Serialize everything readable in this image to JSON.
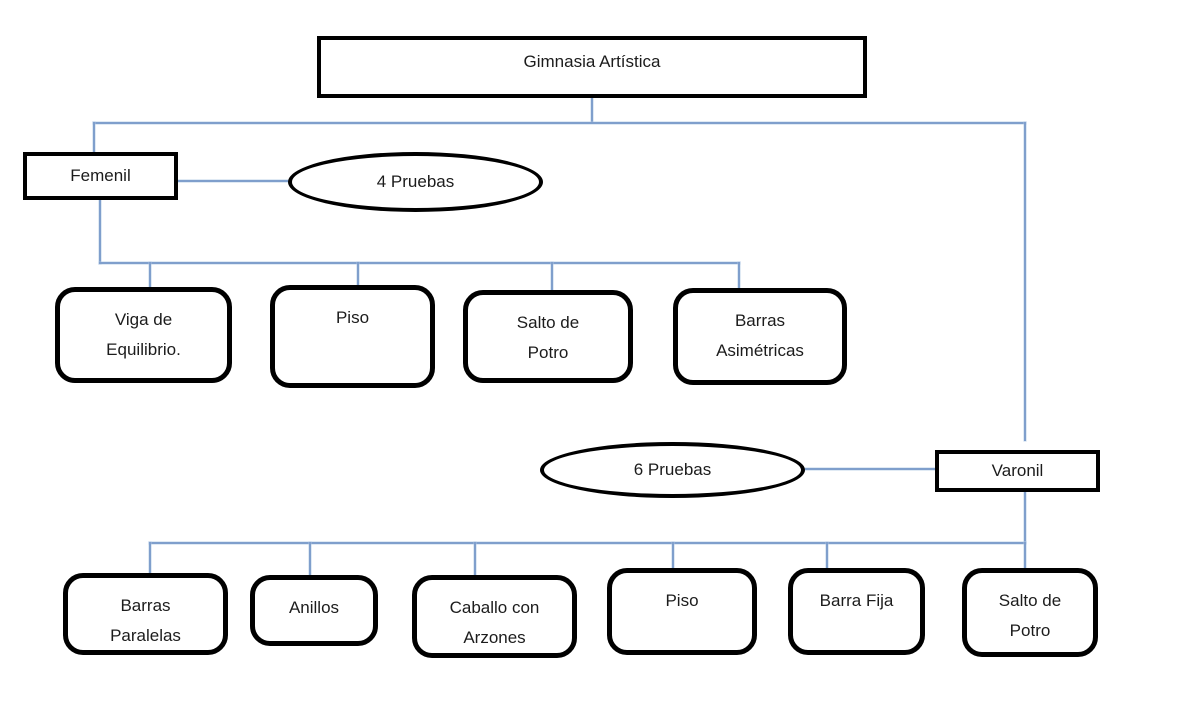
{
  "diagram": {
    "title": "Gimnasia Artística",
    "branches": [
      {
        "name": "Femenil",
        "badge": "4 Pruebas",
        "children": [
          {
            "label": "Viga de\nEquilibrio."
          },
          {
            "label": "Piso"
          },
          {
            "label": "Salto de\nPotro"
          },
          {
            "label": "Barras\nAsimétricas"
          }
        ]
      },
      {
        "name": "Varonil",
        "badge": "6 Pruebas",
        "children": [
          {
            "label": "Barras\nParalelas"
          },
          {
            "label": "Anillos"
          },
          {
            "label": "Caballo con\nArzones"
          },
          {
            "label": "Piso"
          },
          {
            "label": "Barra Fija"
          },
          {
            "label": "Salto de\nPotro"
          }
        ]
      }
    ],
    "colors": {
      "connector": "#7f9fcc",
      "shape_border": "#000000",
      "text": "#1c1c1c",
      "background": "#ffffff"
    }
  }
}
